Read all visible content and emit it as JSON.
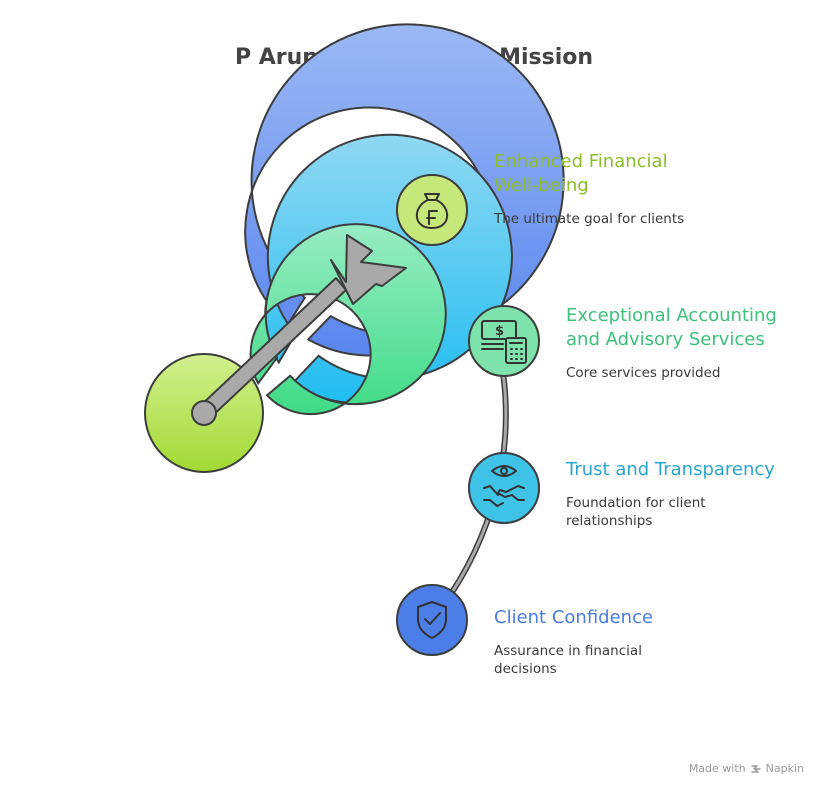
{
  "title": "P Arun & Associates' Mission",
  "colors": {
    "lime": "#c6e87a",
    "green": "#7ee2ad",
    "cyan": "#3ec3e6",
    "blue": "#5a86ee",
    "outline": "#3d3d3d",
    "arrow": "#a9a9a9"
  },
  "items": [
    {
      "icon": "money-bag-icon",
      "title": "Enhanced Financial\nWell-being",
      "description": "The ultimate goal for clients",
      "title_color": "#8cbd2a"
    },
    {
      "icon": "cash-calculator-icon",
      "title": "Exceptional Accounting\nand Advisory Services",
      "description": "Core services provided",
      "title_color": "#3cc07a"
    },
    {
      "icon": "handshake-eye-icon",
      "title": "Trust and Transparency",
      "description": "Foundation for client\nrelationships",
      "title_color": "#28a6d0"
    },
    {
      "icon": "shield-check-icon",
      "title": "Client Confidence",
      "description": "Assurance in financial\ndecisions",
      "title_color": "#4a7be0"
    }
  ],
  "footer": {
    "made_with": "Made with",
    "brand": "Napkin"
  }
}
